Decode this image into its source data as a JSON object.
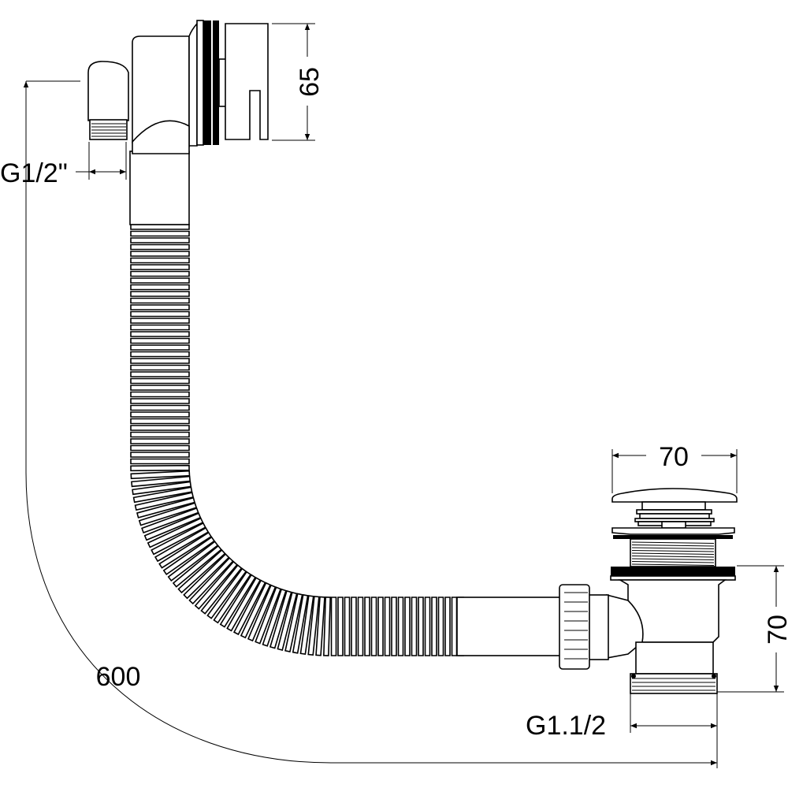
{
  "dimensions": {
    "inlet_thread": "G1/2\"",
    "overflow_height": "65",
    "cable_length": "600",
    "plug_diameter": "70",
    "waste_height": "70",
    "outlet_thread": "G1.1/2"
  }
}
